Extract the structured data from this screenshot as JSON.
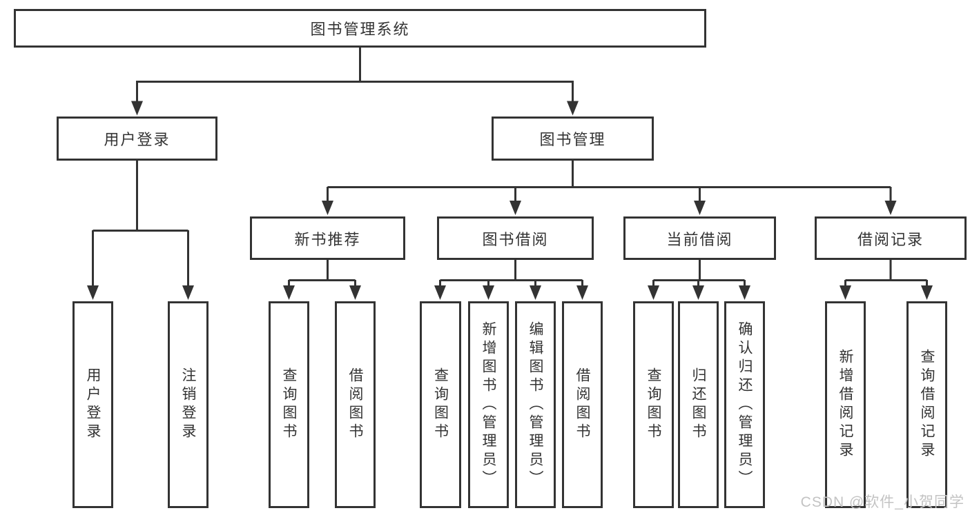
{
  "colors": {
    "background": "#ffffff",
    "line": "#333333",
    "box_border": "#333333",
    "text": "#333333",
    "watermark": "#c3c3c3"
  },
  "watermark": {
    "text": "CSDN @软件_小贺同学"
  },
  "diagram": {
    "root": {
      "label": "图书管理系统"
    },
    "level2": {
      "user_login": {
        "label": "用户登录"
      },
      "book_management": {
        "label": "图书管理"
      }
    },
    "level3": {
      "new_book_recommend": {
        "label": "新书推荐"
      },
      "book_borrow": {
        "label": "图书借阅"
      },
      "current_borrow": {
        "label": "当前借阅"
      },
      "borrow_records": {
        "label": "借阅记录"
      }
    },
    "leaves": {
      "user_login": [
        "用户登录",
        "注销登录"
      ],
      "new_book_recommend": [
        "查询图书",
        "借阅图书"
      ],
      "book_borrow": [
        "查询图书",
        "新增图书（管理员）",
        "编辑图书（管理员）",
        "借阅图书"
      ],
      "current_borrow": [
        "查询图书",
        "归还图书",
        "确认归还（管理员）"
      ],
      "borrow_records": [
        "新增借阅记录",
        "查询借阅记录"
      ]
    }
  }
}
